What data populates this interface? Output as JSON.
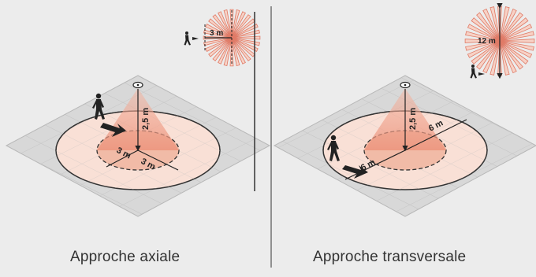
{
  "panels": [
    {
      "caption": "Approche axiale",
      "height_label": "2,5 m",
      "radius_labels": [
        "3 m",
        "3 m"
      ],
      "inset_label": "3 m"
    },
    {
      "caption": "Approche transversale",
      "height_label": "2,5 m",
      "radius_labels": [
        "6 m",
        "6 m"
      ],
      "inset_label": "12 m"
    }
  ],
  "colors": {
    "background": "#ececec",
    "floor": "#d6d6d6",
    "detection_zone": "#f9e0d6",
    "inner_zone": "#f0b7a3",
    "cone": "#ef9d87",
    "lines": "#222222"
  }
}
